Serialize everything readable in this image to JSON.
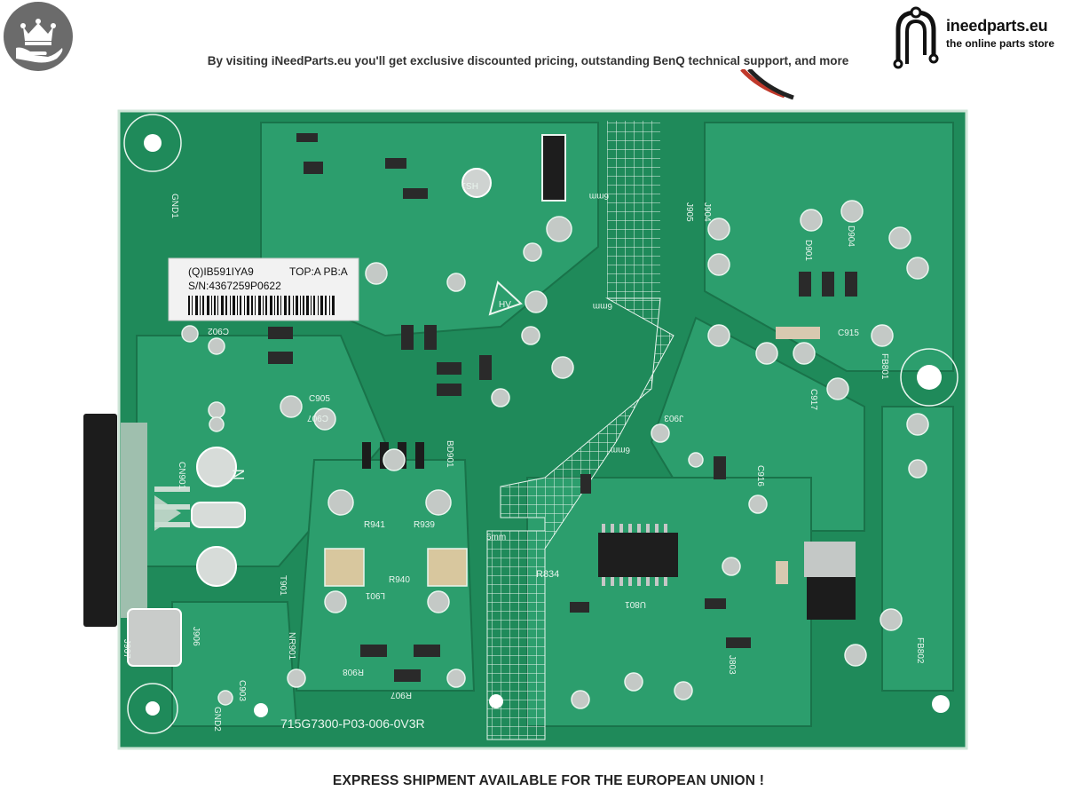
{
  "header": {
    "tagline": "By visiting iNeedParts.eu you'll get exclusive discounted pricing, outstanding BenQ technical support, and more",
    "brand_name": "ineedparts.eu",
    "brand_subtitle": "the online parts store"
  },
  "board": {
    "label_line1": "(Q)IB591IYA9",
    "label_line1b": "TOP:A PB:A",
    "label_line2": "S/N:4367259P0622",
    "part_number": "715G7300-P03-006-0V3R",
    "silkscreen": {
      "cn901": "CN901",
      "hs1": "HS1",
      "bd901": "BD901",
      "u801": "U801",
      "l901": "L901",
      "t901": "T901",
      "nr901": "NR901",
      "j906": "J906",
      "j907": "J907",
      "gnd1": "GND1",
      "gnd2": "GND2",
      "r834": "R834",
      "r941": "R941",
      "r939": "R939",
      "r940": "R940",
      "r907": "R907",
      "r908": "R908",
      "c903": "C903",
      "c902": "C902",
      "c905": "C905",
      "c907": "C907",
      "c915": "C915",
      "c917": "C917",
      "c916": "C916",
      "d901": "D901",
      "d904": "D904",
      "fb801": "FB801",
      "fb802": "FB802",
      "j803": "J803",
      "j903": "J903",
      "j904": "J904",
      "j905": "J905",
      "n": "N",
      "mm1": "6mm",
      "mm2": "6mm",
      "mm3": "6mm",
      "mm4": "6mm"
    }
  },
  "footer": {
    "banner": "EXPRESS SHIPMENT AVAILABLE FOR THE EUROPEAN UNION !"
  },
  "colors": {
    "pcb": "#1f8a5a",
    "trace": "#2c9e6d",
    "silkscreen": "#e9f5ee",
    "badge": "#6b6b6b"
  },
  "icons": [
    "crown-hand-icon",
    "ineedparts-logo-icon",
    "high-voltage-warning-icon"
  ]
}
